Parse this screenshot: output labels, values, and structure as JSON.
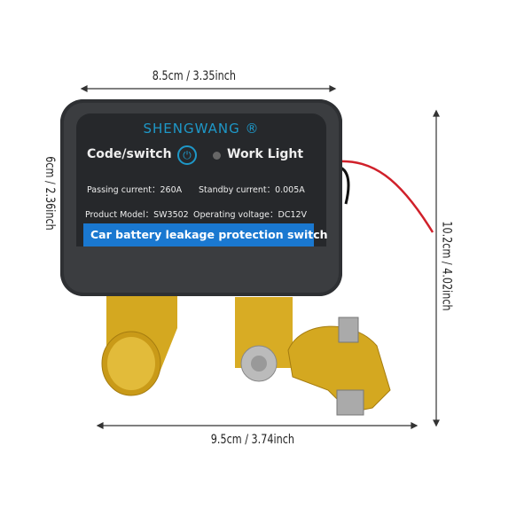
{
  "dimensions": {
    "top": "8.5cm / 3.35inch",
    "left": "6cm / 2.36inch",
    "right": "10.2cm / 4.02inch",
    "bottom": "9.5cm / 3.74inch"
  },
  "device": {
    "brand": "SHENGWANG ®",
    "code_switch": "Code/switch",
    "work_light": "Work Light",
    "passing_current": "Passing current：260A",
    "standby_current": "Standby current：0.005A",
    "product_model": "Product Model：SW3502",
    "operating_voltage": "Operating voltage：DC12V",
    "banner": "Car battery leakage protection switch"
  },
  "colors": {
    "body": "#3b3d40",
    "brand": "#1e98c8",
    "banner": "#1a78d0",
    "brass": "#d4a820",
    "wire": "#d0202a"
  }
}
